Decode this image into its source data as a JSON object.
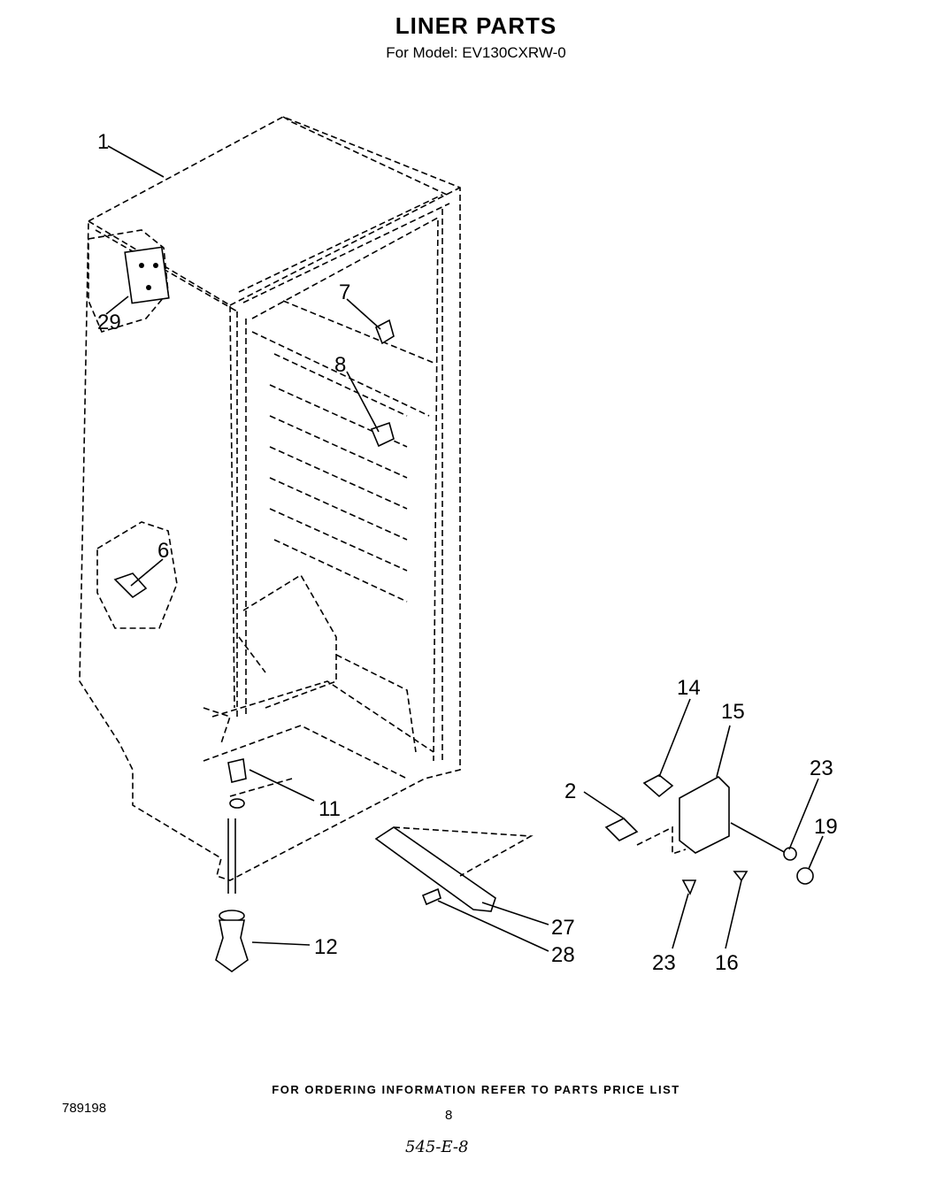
{
  "header": {
    "title": "LINER PARTS",
    "subtitle": "For Model: EV130CXRW-0"
  },
  "callouts": [
    "1",
    "29",
    "7",
    "8",
    "6",
    "11",
    "12",
    "2",
    "14",
    "15",
    "23",
    "19",
    "27",
    "28",
    "23",
    "16"
  ],
  "footer": {
    "ordering_note": "FOR ORDERING INFORMATION REFER TO PARTS PRICE LIST",
    "doc_number": "789198",
    "page_number": "8",
    "handwritten_note": "545-E-8"
  }
}
